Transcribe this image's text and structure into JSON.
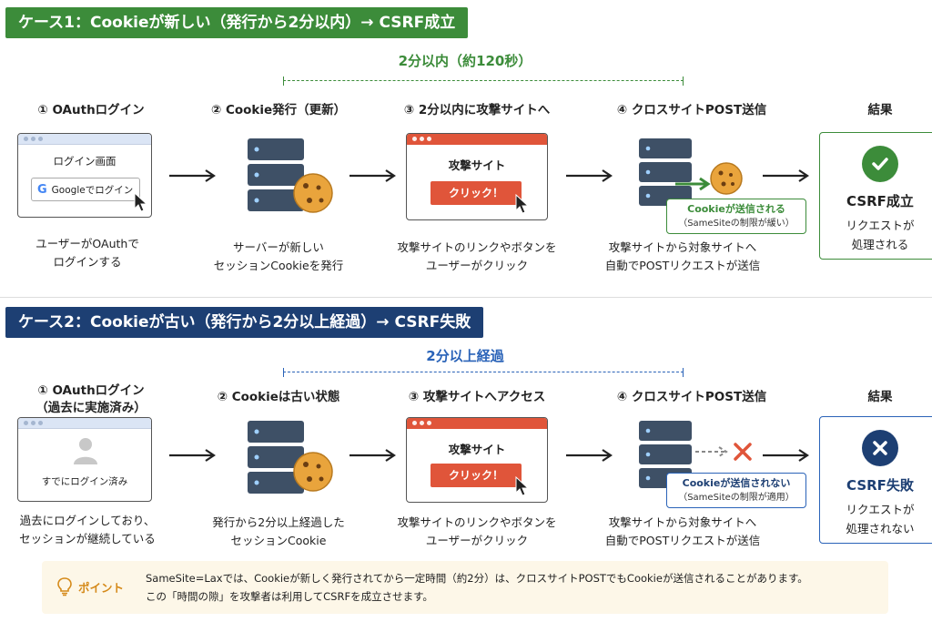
{
  "case1": {
    "banner": "ケース1：Cookieが新しい（発行から2分以内）→ CSRF成立",
    "span_label": "2分以内（約120秒）",
    "steps": [
      {
        "title": "① OAuthログイン",
        "caption_l1": "ユーザーがOAuthで",
        "caption_l2": "ログインする"
      },
      {
        "title": "② Cookie発行（更新）",
        "caption_l1": "サーバーが新しい",
        "caption_l2": "セッションCookieを発行"
      },
      {
        "title": "③ 2分以内に攻撃サイトへ",
        "caption_l1": "攻撃サイトのリンクやボタンを",
        "caption_l2": "ユーザーがクリック"
      },
      {
        "title": "④ クロスサイトPOST送信",
        "caption_l1": "攻撃サイトから対象サイトへ",
        "caption_l2": "自動でPOSTリクエストが送信"
      }
    ],
    "login_screen": "ログイン画面",
    "google_button": "Googleでログイン",
    "attack_site": "攻撃サイト",
    "click_button": "クリック！",
    "bubble_title": "Cookieが送信される",
    "bubble_note": "（SameSiteの制限が緩い）",
    "result_heading": "結果",
    "result_title": "CSRF成立",
    "result_l1": "リクエストが",
    "result_l2": "処理される"
  },
  "case2": {
    "banner": "ケース2：Cookieが古い（発行から2分以上経過）→ CSRF失敗",
    "span_label": "2分以上経過",
    "steps": [
      {
        "title": "① OAuthログイン",
        "title_l2": "（過去に実施済み）",
        "caption_l1": "過去にログインしており、",
        "caption_l2": "セッションが継続している"
      },
      {
        "title": "② Cookieは古い状態",
        "caption_l1": "発行から2分以上経過した",
        "caption_l2": "セッションCookie"
      },
      {
        "title": "③ 攻撃サイトへアクセス",
        "caption_l1": "攻撃サイトのリンクやボタンを",
        "caption_l2": "ユーザーがクリック"
      },
      {
        "title": "④ クロスサイトPOST送信",
        "caption_l1": "攻撃サイトから対象サイトへ",
        "caption_l2": "自動でPOSTリクエストが送信"
      }
    ],
    "logged_in_text": "すでにログイン済み",
    "attack_site": "攻撃サイト",
    "click_button": "クリック！",
    "bubble_title": "Cookieが送信されない",
    "bubble_note": "（SameSiteの制限が適用）",
    "result_heading": "結果",
    "result_title": "CSRF失敗",
    "result_l1": "リクエストが",
    "result_l2": "処理されない"
  },
  "tip": {
    "label": "ポイント",
    "line1": "SameSite=Laxでは、Cookieが新しく発行されてから一定時間（約2分）は、クロスサイトPOSTでもCookieが送信されることがあります。",
    "line2": "この「時間の隙」を攻撃者は利用してCSRFを成立させます。"
  },
  "colors": {
    "green": "#3c8c3a",
    "navy": "#1d3f73",
    "blue_accent": "#2a63b8",
    "attack_red": "#e0553a",
    "fail_red": "#e0553a",
    "server": "#3e5066",
    "cookie": "#e9a43c"
  },
  "icons": [
    "google-logo-icon",
    "mouse-cursor-icon",
    "server-icon",
    "cookie-icon",
    "check-icon",
    "cross-icon",
    "user-icon",
    "lightbulb-icon",
    "arrow-right-icon"
  ]
}
